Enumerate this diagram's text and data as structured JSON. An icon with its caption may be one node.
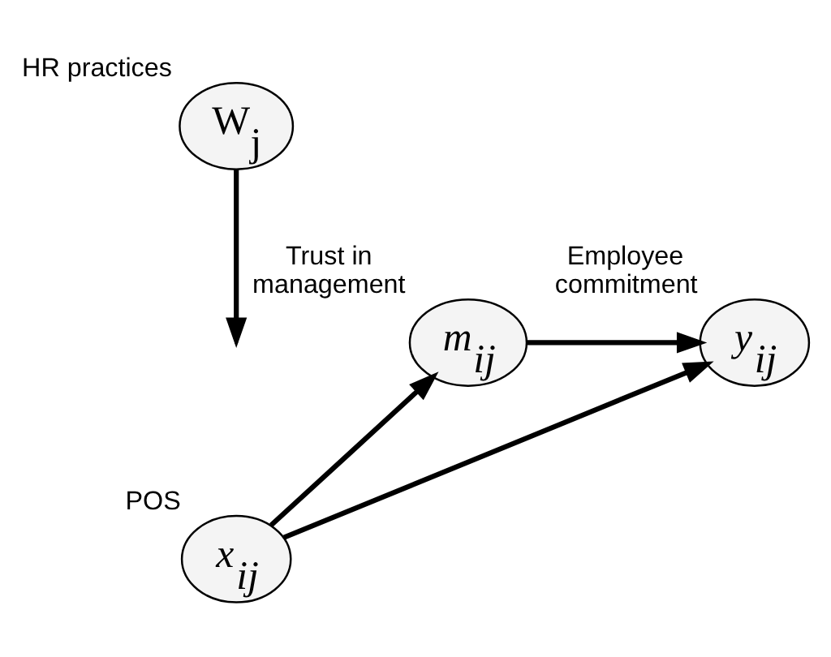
{
  "diagram": {
    "nodes": [
      {
        "text": [
          "W$_{j}$"
        ],
        "beside": [
          "HR practices"
        ]
      },
      {
        "text": [
          "m$_{ij}$"
        ],
        "beside": [
          "Trust in management"
        ]
      },
      {
        "text": [
          "y$_{ij}$"
        ],
        "beside": [
          "Employee commitment"
        ]
      },
      {
        "text": [
          "x$_{ij}$"
        ],
        "beside": [
          "POS"
        ]
      }
    ],
    "edges": [
      {
        "from": 0,
        "to": null,
        "arrow": "to"
      },
      {
        "from": 3,
        "to": 1,
        "arrow": "to"
      },
      {
        "from": 1,
        "to": 2,
        "arrow": "to"
      },
      {
        "from": 3,
        "to": 2,
        "arrow": "to"
      }
    ]
  }
}
